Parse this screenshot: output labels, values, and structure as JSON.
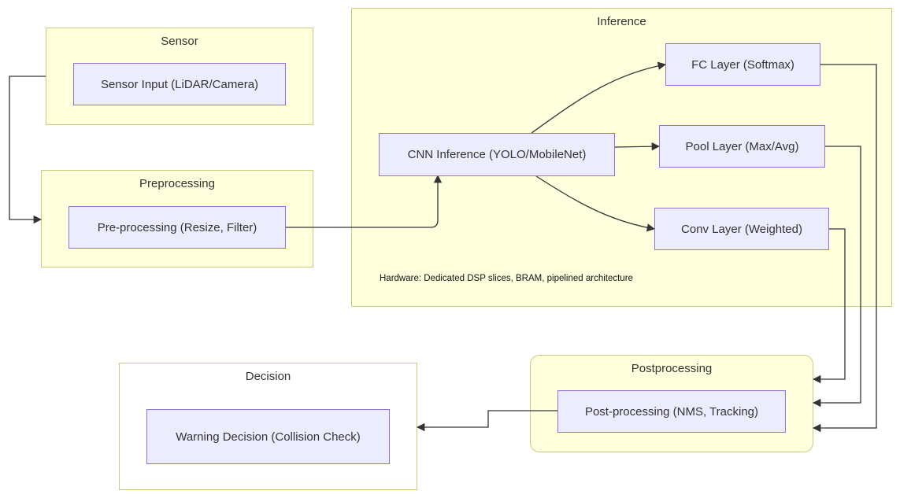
{
  "clusters": {
    "sensor": "Sensor",
    "preprocessing": "Preprocessing",
    "inference": "Inference",
    "postprocessing": "Postprocessing",
    "decision": "Decision"
  },
  "nodes": {
    "sensor_input": "Sensor Input (LiDAR/Camera)",
    "pre_processing": "Pre-processing (Resize, Filter)",
    "cnn_inference": "CNN Inference (YOLO/MobileNet)",
    "fc_layer": "FC Layer (Softmax)",
    "pool_layer": "Pool Layer (Max/Avg)",
    "conv_layer": "Conv Layer (Weighted)",
    "post_processing": "Post-processing (NMS, Tracking)",
    "warning_decision": "Warning Decision (Collision Check)"
  },
  "notes": {
    "hardware": "Hardware: Dedicated DSP slices, BRAM, pipelined architecture"
  }
}
